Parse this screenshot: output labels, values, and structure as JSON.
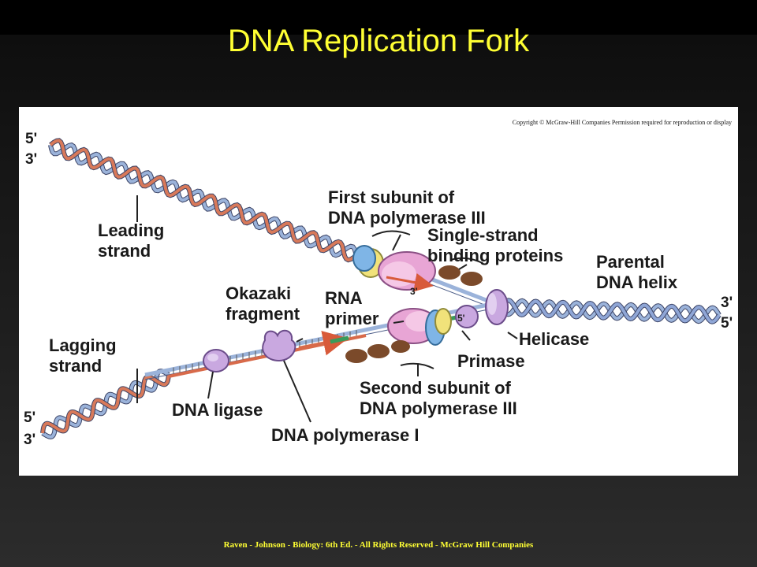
{
  "slide": {
    "title": "DNA Replication Fork",
    "footer": "Raven - Johnson - Biology: 6th Ed.  - All Rights Reserved - McGraw Hill Companies"
  },
  "diagram": {
    "copyright": "Copyright © McGraw-Hill Companies Permission required for reproduction or display",
    "labels": {
      "leading_strand": [
        "Leading",
        "strand"
      ],
      "lagging_strand": [
        "Lagging",
        "strand"
      ],
      "first_subunit": [
        "First subunit of",
        "DNA polymerase III"
      ],
      "ssb": [
        "Single-strand",
        "binding proteins"
      ],
      "parental": [
        "Parental",
        "DNA helix"
      ],
      "okazaki": [
        "Okazaki",
        "fragment"
      ],
      "rna_primer": [
        "RNA",
        "primer"
      ],
      "helicase": "Helicase",
      "primase": "Primase",
      "second_subunit": [
        "Second subunit of",
        "DNA polymerase III"
      ],
      "dna_ligase": "DNA ligase",
      "dna_pol_1": "DNA polymerase I"
    },
    "strand_ends": {
      "top_left_5": "5'",
      "top_left_3": "3'",
      "right_3": "3'",
      "right_5": "5'",
      "bottom_left_5": "5'",
      "bottom_left_3": "3'",
      "leading_3": "3'",
      "lagging_5": "5'"
    }
  }
}
